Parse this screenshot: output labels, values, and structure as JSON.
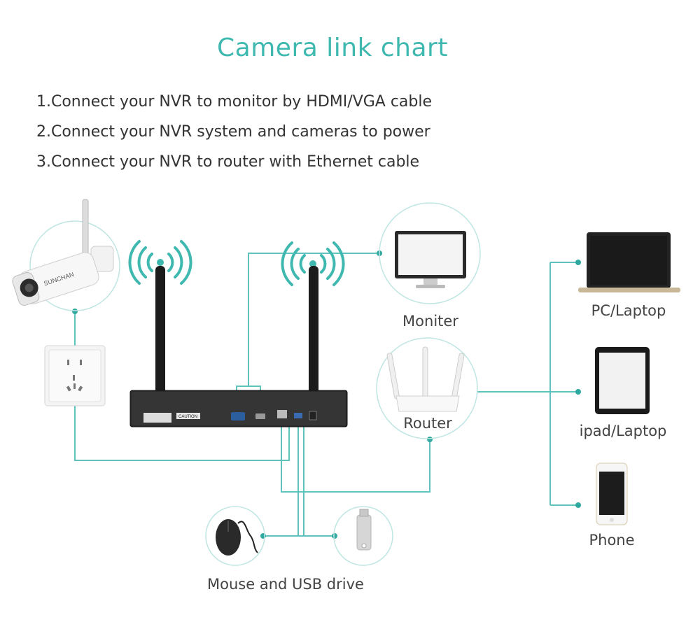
{
  "title": "Camera link chart",
  "steps": [
    "1.Connect your NVR to monitor by HDMI/VGA cable",
    "2.Connect your NVR system and cameras to power",
    "3.Connect your NVR to router with Ethernet cable"
  ],
  "labels": {
    "monitor": "Moniter",
    "router": "Router",
    "pc": "PC/Laptop",
    "ipad": "ipad/Laptop",
    "phone": "Phone",
    "mouse_usb": "Mouse and USB drive"
  },
  "camera_brand": "SUNCHAN",
  "nvr_caution": "CAUTION",
  "colors": {
    "accent": "#3fb8b0",
    "line": "#5ec3bc",
    "dot": "#2fa9a0"
  }
}
